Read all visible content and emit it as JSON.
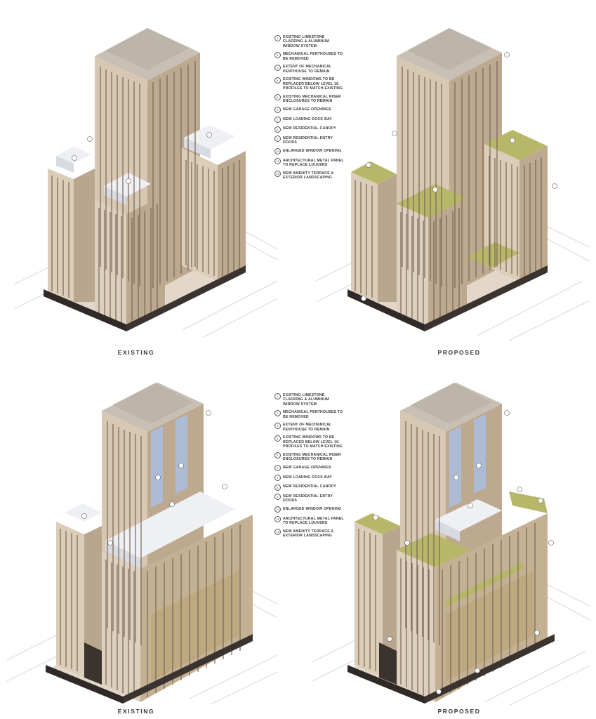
{
  "captions": {
    "top_left": "EXISTING",
    "top_right": "PROPOSED",
    "bottom_left": "EXISTING",
    "bottom_right": "PROPOSED"
  },
  "legend_top": [
    {
      "num": "1",
      "text": "EXISTING LIMESTONE CLADDING & ALUMINUM WINDOW SYSTEM"
    },
    {
      "num": "2",
      "text": "MECHANICAL PENTHOUSES TO BE REMOVED"
    },
    {
      "num": "3",
      "text": "EXTENT OF MECHANICAL PENTHOUSE TO REMAIN"
    },
    {
      "num": "4",
      "text": "EXISTING WINDOWS TO BE REPLACED BELOW LEVEL 16. PROFILES TO MATCH EXISTING"
    },
    {
      "num": "5",
      "text": "EXISTING MECHANICAL RISER ENCLOSURES TO REMAIN"
    },
    {
      "num": "6",
      "text": "NEW GARAGE OPENINGS"
    },
    {
      "num": "7",
      "text": "NEW LOADING DOCK BAY"
    },
    {
      "num": "8",
      "text": "NEW RESIDENTIAL CANOPY"
    },
    {
      "num": "9",
      "text": "NEW RESIDENTIAL ENTRY DOORS"
    },
    {
      "num": "10",
      "text": "ENLARGED WINDOW OPENING"
    },
    {
      "num": "11",
      "text": "ARCHITECTURAL METAL PANEL TO REPLACE LOUVERS"
    },
    {
      "num": "12",
      "text": "NEW AMENITY TERRACE & EXTERIOR LANDSCAPING"
    }
  ],
  "legend_bottom": [
    {
      "num": "1",
      "text": "EXISTING LIMESTONE CLADDING & ALUMINUM WINDOW SYSTEM"
    },
    {
      "num": "2",
      "text": "MECHANICAL PENTHOUSES TO BE REMOVED"
    },
    {
      "num": "3",
      "text": "EXTENT OF MECHANICAL PENTHOUSE TO REMAIN"
    },
    {
      "num": "4",
      "text": "EXISTING WINDOWS TO BE REPLACED BELOW LEVEL 16. PROFILES TO MATCH EXISTING"
    },
    {
      "num": "5",
      "text": "EXISTING MECHANICAL RISER ENCLOSURES TO REMAIN"
    },
    {
      "num": "6",
      "text": "NEW GARAGE OPENINGS"
    },
    {
      "num": "7",
      "text": "NEW LOADING DOCK BAY"
    },
    {
      "num": "8",
      "text": "NEW RESIDENTIAL CANOPY"
    },
    {
      "num": "9",
      "text": "NEW RESIDENTIAL ENTRY DOORS"
    },
    {
      "num": "10",
      "text": "ENLARGED WINDOW OPENING"
    },
    {
      "num": "11",
      "text": "ARCHITECTURAL METAL PANEL TO REPLACE LOUVERS"
    },
    {
      "num": "12",
      "text": "NEW AMENITY TERRACE & EXTERIOR LANDSCAPING"
    }
  ],
  "colors": {
    "facade_light": "#e3d6c6",
    "facade_dark": "#b9a68f",
    "window": "#6e5c4c",
    "roof": "#c9c1b6",
    "penthouse": "#eef0f4",
    "glass_riser": "#aebbd4",
    "terrace_green": "#b7b76a",
    "base": "#2f2a28"
  }
}
